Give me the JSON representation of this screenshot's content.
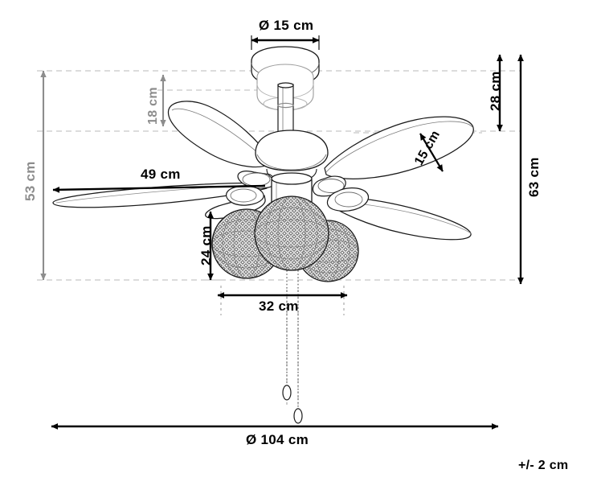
{
  "drawing": {
    "title": "Ceiling fan technical dimension drawing",
    "units": "cm",
    "tolerance_note": "+/- 2 cm",
    "line_colors": {
      "outline": "#1a1a1a",
      "arrow_black": "#000000",
      "arrow_gray": "#8d8d8d",
      "guide_dashed": "#b4b4b4",
      "rattan": "#4a4a4a"
    }
  },
  "dimensions": {
    "canopy_diameter": {
      "label": "Ø 15 cm",
      "value": 15,
      "symbol": "Ø",
      "color": "#000000",
      "orientation": "horizontal",
      "arrow": "double",
      "measures": "ceiling canopy diameter"
    },
    "downrod_drop": {
      "label": "18 cm",
      "value": 18,
      "color": "#8d8d8d",
      "orientation": "vertical",
      "arrow": "double",
      "measures": "canopy to blade plane drop"
    },
    "total_height_left": {
      "label": "53 cm",
      "value": 53,
      "color": "#8d8d8d",
      "orientation": "vertical",
      "arrow": "double",
      "measures": "blade plane overall height"
    },
    "blade_length": {
      "label": "49 cm",
      "value": 49,
      "color": "#000000",
      "orientation": "horizontal",
      "arrow": "single-left",
      "measures": "blade length from hub"
    },
    "blade_width": {
      "label": "15 cm",
      "value": 15,
      "color": "#000000",
      "orientation": "diagonal",
      "arrow": "double",
      "measures": "blade width"
    },
    "canopy_to_blades": {
      "label": "28 cm",
      "value": 28,
      "color": "#000000",
      "orientation": "vertical",
      "arrow": "double",
      "measures": "ceiling to blade plane"
    },
    "total_height_right": {
      "label": "63 cm",
      "value": 63,
      "color": "#000000",
      "orientation": "vertical",
      "arrow": "double",
      "measures": "overall fixture height"
    },
    "light_height": {
      "label": "24 cm",
      "value": 24,
      "color": "#000000",
      "orientation": "vertical",
      "arrow": "double",
      "measures": "light shade cluster height"
    },
    "light_width": {
      "label": "32 cm",
      "value": 32,
      "color": "#000000",
      "orientation": "horizontal",
      "arrow": "double",
      "measures": "light shade cluster width"
    },
    "fan_diameter": {
      "label": "Ø 104 cm",
      "value": 104,
      "symbol": "Ø",
      "color": "#000000",
      "orientation": "horizontal",
      "arrow": "double",
      "measures": "overall fan sweep diameter"
    }
  },
  "product": {
    "blade_count": 5,
    "shade_count": 3,
    "pull_chain_count": 2,
    "shade_material": "woven rattan ball"
  }
}
